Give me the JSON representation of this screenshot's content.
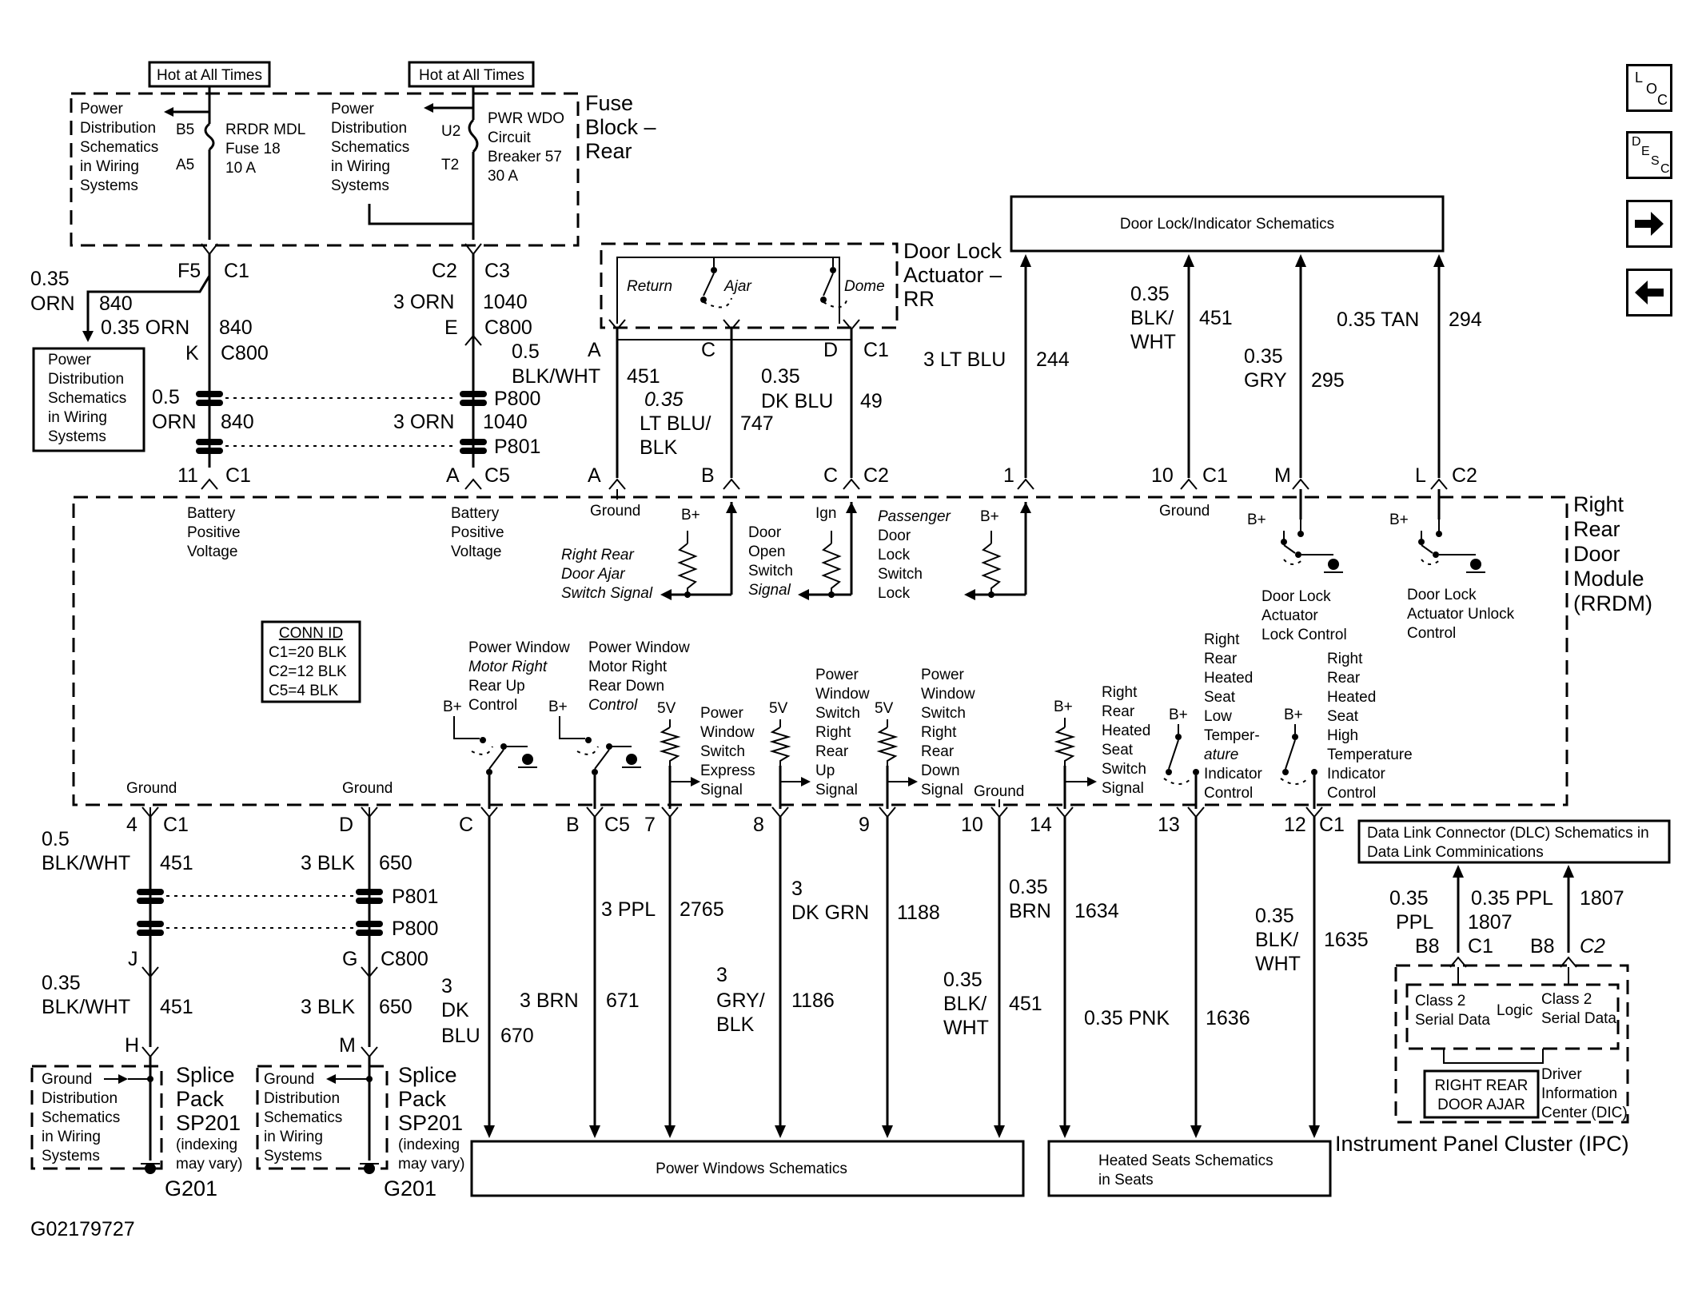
{
  "hot_label": "Hot at All Times",
  "fuse_block": {
    "line1": "Fuse",
    "line2": "Block –",
    "line3": "Rear"
  },
  "power_dist": {
    "l1": "Power",
    "l2": "Distribution",
    "l3": "Schematics",
    "l4": "in Wiring",
    "l5": "Systems"
  },
  "fuse18": {
    "pin_in": "B5",
    "pin_out": "A5",
    "l1": "RRDR MDL",
    "l2": "Fuse 18",
    "l3": "10 A"
  },
  "cb57": {
    "pin_in": "U2",
    "pin_out": "T2",
    "l1": "PWR WDO",
    "l2": "Circuit",
    "l3": "Breaker 57",
    "l4": "30 A"
  },
  "door_lock_actuator": {
    "l1": "Door Lock",
    "l2": "Actuator –",
    "l3": "RR",
    "return": "Return",
    "ajar": "Ajar",
    "dome": "Dome"
  },
  "top_boxes": {
    "door_lock_indicator": "Door Lock/Indicator Schematics"
  },
  "rrdm": {
    "l1": "Right",
    "l2": "Rear",
    "l3": "Door",
    "l4": "Module",
    "l5": "(RRDM)"
  },
  "conn_id": {
    "title": "CONN ID",
    "c1": "C1=20 BLK",
    "c2": "C2=12 BLK",
    "c5": "C5=4 BLK"
  },
  "wires_top": {
    "f5": "F5",
    "c1": "C1",
    "c2": "C2",
    "c3": "C3",
    "w840a_size": "0.35",
    "w840a_color": "ORN",
    "w840a_num": "840",
    "w840b": "0.35 ORN",
    "w840b_num": "840",
    "k": "K",
    "c800": "C800",
    "w840c_size": "0.5",
    "w840c_color": "ORN",
    "w840c_num": "840",
    "w1040a": "3 ORN",
    "w1040a_num": "1040",
    "e": "E",
    "c800b": "C800",
    "p800": "P800",
    "p801": "P801",
    "w1040b": "3 ORN",
    "w1040b_num": "1040",
    "n11": "11",
    "c1b": "C1",
    "na": "A",
    "c5": "C5",
    "w451_size": "0.5",
    "w451_color": "BLK/WHT",
    "w451_num": "451",
    "w747_size": "0.35",
    "w747_c1": "LT BLU/",
    "w747_c2": "BLK",
    "w747_num": "747",
    "w49_size": "0.35",
    "w49_color": "DK BLU",
    "w49_num": "49",
    "pinA": "A",
    "pinC": "C",
    "pinD": "D",
    "pinC1": "C1",
    "pinA2": "A",
    "pinB2": "B",
    "pinC2": "C",
    "pinC2b": "C2",
    "w244": "3 LT BLU",
    "w244_num": "244",
    "w451b_size": "0.35",
    "w451b_c1": "BLK/",
    "w451b_c2": "WHT",
    "w451b_num": "451",
    "w295_size": "0.35",
    "w295_color": "GRY",
    "w295_num": "295",
    "w294": "0.35 TAN",
    "w294_num": "294",
    "pin1": "1",
    "pin10": "10",
    "pinC1c": "C1",
    "pinM": "M",
    "pinL": "L",
    "pinC2c": "C2"
  },
  "rrdm_labels": {
    "ground1": "Ground",
    "bat1_l1": "Battery",
    "bat1_l2": "Positive",
    "bat1_l3": "Voltage",
    "bat2_l1": "Battery",
    "bat2_l2": "Positive",
    "bat2_l3": "Voltage",
    "ajar_l1": "Right Rear",
    "ajar_l2": "Door Ajar",
    "ajar_l3": "Switch Signal",
    "open_l1": "Door",
    "open_l2": "Open",
    "open_l3": "Switch",
    "open_l4": "Signal",
    "ign": "Ign",
    "bplus": "B+",
    "pdl_l1": "Passenger",
    "pdl_l2": "Door",
    "pdl_l3": "Lock",
    "pdl_l4": "Switch",
    "pdl_l5": "Lock",
    "ground2": "Ground",
    "lock_l1": "Door Lock",
    "lock_l2": "Actuator",
    "lock_l3": "Lock Control",
    "unlock_l1": "Door Lock",
    "unlock_l2": "Actuator Unlock",
    "unlock_l3": "Control",
    "pwup_l1": "Power Window",
    "pwup_l2": "Motor Right",
    "pwup_l3": "Rear Up",
    "pwup_l4": "Control",
    "pwdn_l1": "Power Window",
    "pwdn_l2": "Motor Right",
    "pwdn_l3": "Rear Down",
    "pwdn_l4": "Control",
    "five_v": "5V",
    "exp_l1": "Power",
    "exp_l2": "Window",
    "exp_l3": "Switch",
    "exp_l4": "Express",
    "exp_l5": "Signal",
    "up_l1": "Power",
    "up_l2": "Window",
    "up_l3": "Switch",
    "up_l4": "Right",
    "up_l5": "Rear",
    "up_l6": "Up",
    "up_l7": "Signal",
    "dn_l1": "Power",
    "dn_l2": "Window",
    "dn_l3": "Switch",
    "dn_l4": "Right",
    "dn_l5": "Rear",
    "dn_l6": "Down",
    "dn_l7": "Signal",
    "ground3": "Ground",
    "hs_l1": "Right",
    "hs_l2": "Rear",
    "hs_l3": "Heated",
    "hs_l4": "Seat",
    "hs_l5": "Switch",
    "hs_l6": "Signal",
    "low_l1": "Right",
    "low_l2": "Rear",
    "low_l3": "Heated",
    "low_l4": "Seat",
    "low_l5": "Low",
    "low_l6": "Temper-",
    "low_l7": "ature",
    "low_l8": "Indicator",
    "low_l9": "Control",
    "high_l1": "Right",
    "high_l2": "Rear",
    "high_l3": "Heated",
    "high_l4": "Seat",
    "high_l5": "High",
    "high_l6": "Temperature",
    "high_l7": "Indicator",
    "high_l8": "Control",
    "ground_l": "Ground",
    "ground_m": "Ground"
  },
  "wires_bottom": {
    "p4": "4",
    "c1": "C1",
    "pD": "D",
    "pC": "C",
    "pB": "B",
    "c5": "C5",
    "p7": "7",
    "p8": "8",
    "p9": "9",
    "p10": "10",
    "p14": "14",
    "p13": "13",
    "p12": "12",
    "c1b": "C1",
    "w451_size": "0.5",
    "w451_color": "BLK/WHT",
    "w451_num": "451",
    "w650": "3 BLK",
    "w650_num": "650",
    "p801": "P801",
    "p800": "P800",
    "pJ": "J",
    "pG": "G",
    "c800": "C800",
    "w451b_size": "0.35",
    "w451b_color": "BLK/WHT",
    "w451b_num": "451",
    "w650b": "3 BLK",
    "w650b_num": "650",
    "pH": "H",
    "pM": "M",
    "w670_l1": "3",
    "w670_l2": "DK",
    "w670_l3": "BLU",
    "w670_num": "670",
    "w671": "3 BRN",
    "w671_num": "671",
    "w2765": "3 PPL",
    "w2765_num": "2765",
    "w1186_l1": "3",
    "w1186_l2": "GRY/",
    "w1186_l3": "BLK",
    "w1186_num": "1186",
    "w1188_l1": "3",
    "w1188_l2": "DK GRN",
    "w1188_num": "1188",
    "w451c_l1": "0.35",
    "w451c_l2": "BLK/",
    "w451c_l3": "WHT",
    "w451c_num": "451",
    "w1634_l1": "0.35",
    "w1634_l2": "BRN",
    "w1634_num": "1634",
    "w1636": "0.35 PNK",
    "w1636_num": "1636",
    "w1635_l1": "0.35",
    "w1635_l2": "BLK/",
    "w1635_l3": "WHT",
    "w1635_num": "1635"
  },
  "splice": {
    "gd_l1": "Ground",
    "gd_l2": "Distribution",
    "gd_l3": "Schematics",
    "gd_l4": "in Wiring",
    "gd_l5": "Systems",
    "sp_l1": "Splice",
    "sp_l2": "Pack",
    "sp_l3": "SP201",
    "sp_l4": "(indexing",
    "sp_l5": "may vary)",
    "g201": "G201"
  },
  "bottom_boxes": {
    "power_windows": "Power Windows Schematics",
    "heated_l1": "Heated Seats Schematics",
    "heated_l2": "in Seats"
  },
  "dlc": {
    "l1": "Data Link Connector (DLC) Schematics in",
    "l2": "Data Link Comminications",
    "w1807a_l1": "0.35",
    "w1807a_l2": "PPL",
    "w1807a_num": "1807",
    "w1807b": "0.35 PPL",
    "w1807b_num": "1807",
    "b8": "B8",
    "c1": "C1",
    "b8b": "B8",
    "c2": "C2"
  },
  "ipc": {
    "class2_l1": "Class 2",
    "class2_l2": "Serial Data",
    "logic": "Logic",
    "class2b_l1": "Class 2",
    "class2b_l2": "Serial Data",
    "ajar_l1": "RIGHT REAR",
    "ajar_l2": "DOOR AJAR",
    "dic_l1": "Driver",
    "dic_l2": "Information",
    "dic_l3": "Center (DIC)",
    "title": "Instrument Panel Cluster (IPC)"
  },
  "nav": {
    "loc_l": "L",
    "loc_o": "O",
    "loc_c": "C",
    "desc_d": "D",
    "desc_e": "E",
    "desc_s": "S",
    "desc_c": "C"
  },
  "figure_id": "G02179727"
}
